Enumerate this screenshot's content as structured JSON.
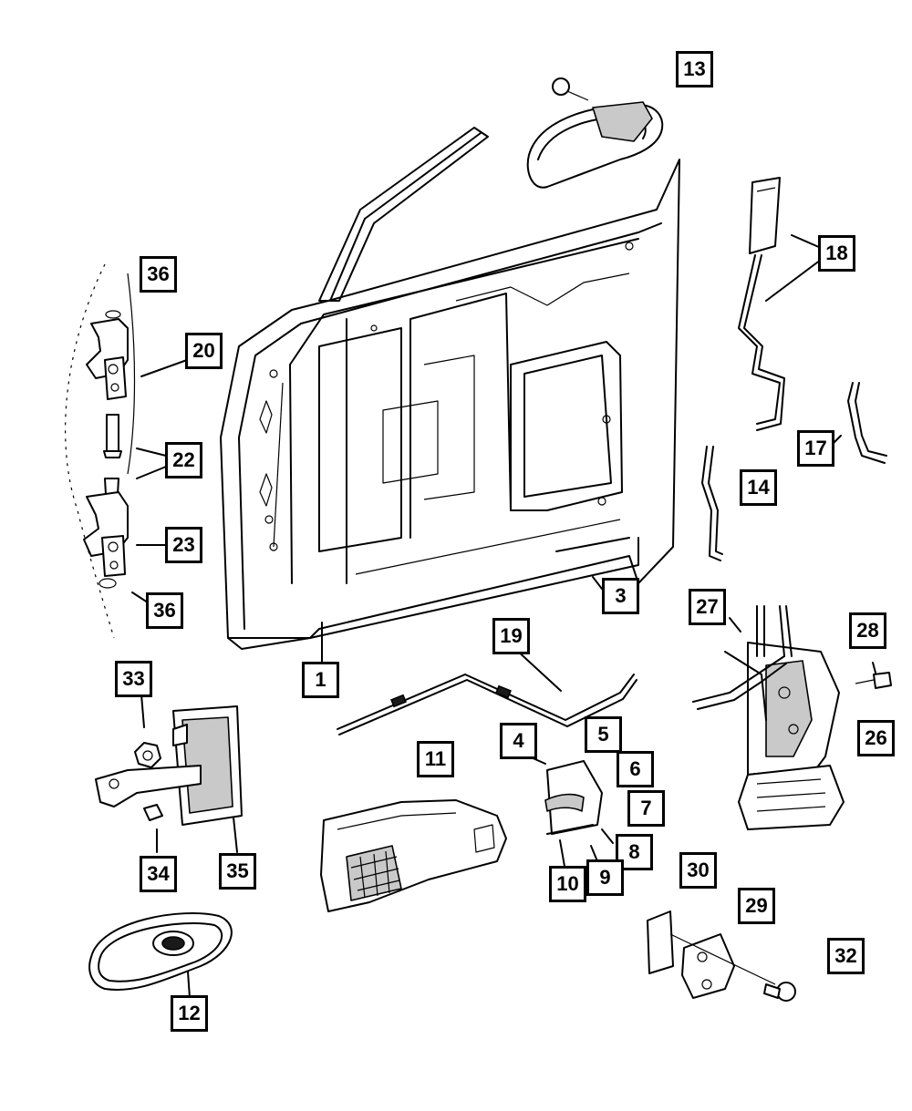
{
  "diagram": {
    "callouts": [
      {
        "id": "c13",
        "label": "13"
      },
      {
        "id": "c18",
        "label": "18"
      },
      {
        "id": "c36a",
        "label": "36"
      },
      {
        "id": "c20",
        "label": "20"
      },
      {
        "id": "c22",
        "label": "22"
      },
      {
        "id": "c17",
        "label": "17"
      },
      {
        "id": "c14",
        "label": "14"
      },
      {
        "id": "c23",
        "label": "23"
      },
      {
        "id": "c3",
        "label": "3"
      },
      {
        "id": "c36b",
        "label": "36"
      },
      {
        "id": "c27",
        "label": "27"
      },
      {
        "id": "c19",
        "label": "19"
      },
      {
        "id": "c28",
        "label": "28"
      },
      {
        "id": "c1",
        "label": "1"
      },
      {
        "id": "c33",
        "label": "33"
      },
      {
        "id": "c4",
        "label": "4"
      },
      {
        "id": "c5",
        "label": "5"
      },
      {
        "id": "c26",
        "label": "26"
      },
      {
        "id": "c11",
        "label": "11"
      },
      {
        "id": "c6",
        "label": "6"
      },
      {
        "id": "c7",
        "label": "7"
      },
      {
        "id": "c8",
        "label": "8"
      },
      {
        "id": "c34",
        "label": "34"
      },
      {
        "id": "c35",
        "label": "35"
      },
      {
        "id": "c30",
        "label": "30"
      },
      {
        "id": "c10",
        "label": "10"
      },
      {
        "id": "c9",
        "label": "9"
      },
      {
        "id": "c29",
        "label": "29"
      },
      {
        "id": "c32",
        "label": "32"
      },
      {
        "id": "c12",
        "label": "12"
      }
    ]
  }
}
